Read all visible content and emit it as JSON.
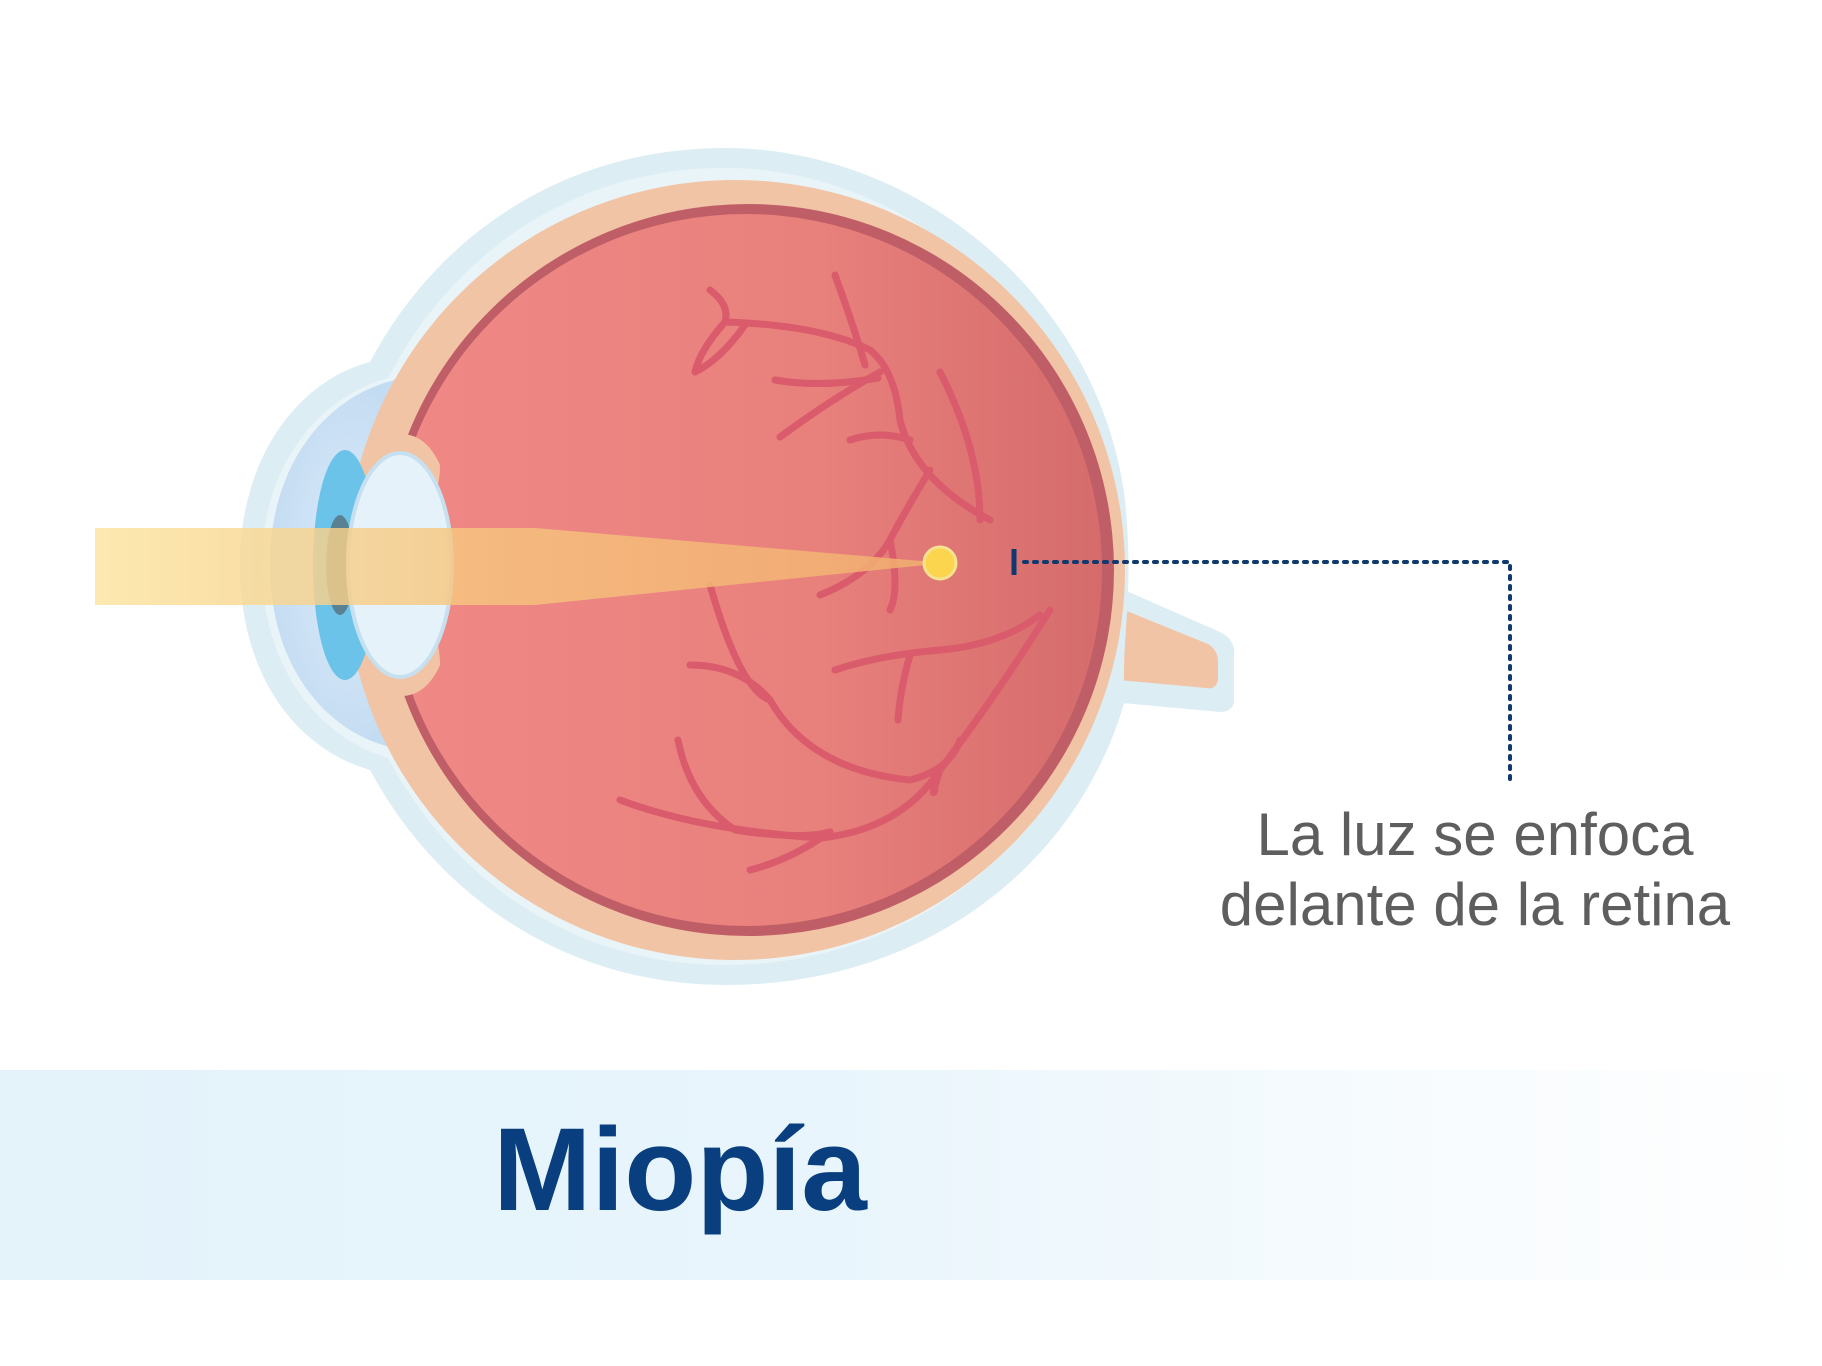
{
  "diagram": {
    "title": "Miopía",
    "callout": {
      "line1": "La luz se enfoca",
      "line2": "delante de la retina"
    }
  },
  "colors": {
    "sclera_outer": "#dceef3",
    "choroid": "#f2c4a6",
    "retina_dark": "#c05e67",
    "vitreous": "#ee8382",
    "vessels": "#d95b6c",
    "cornea": "#bfdcf3",
    "iris": "#6cc3e9",
    "lens": "#e5f2fa",
    "light_beam": "#fbe6a2",
    "focal_point": "#fcd54f",
    "callout_line": "#103a6e",
    "title": "#0a3f7f",
    "text": "#5e5e5e"
  }
}
